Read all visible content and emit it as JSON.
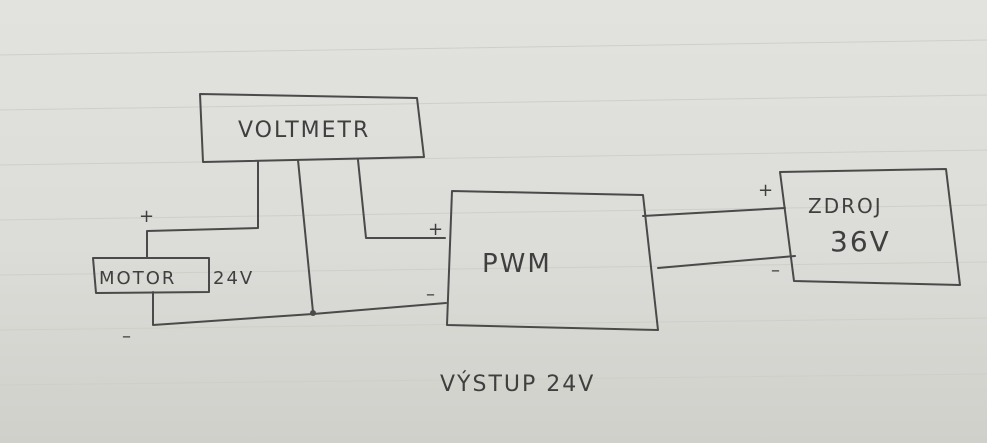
{
  "labels": {
    "voltmeter": "VOLTMETR",
    "pwm": "PWM",
    "motor": "MOTOR",
    "motor_voltage": "24V",
    "source_line1": "ZDROJ",
    "source_line2": "36V",
    "output": "VÝSTUP 24V",
    "plus": "+",
    "minus": "–"
  },
  "colors": {
    "ink": "#4a4a4a",
    "paper": "#dedeDA"
  }
}
